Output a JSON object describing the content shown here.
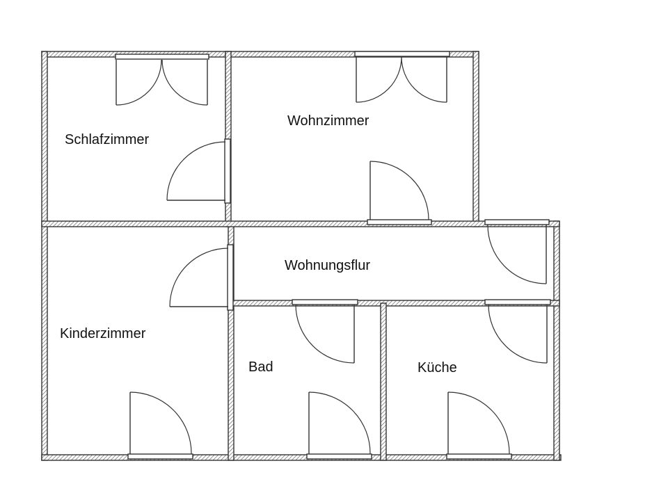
{
  "diagram": {
    "rooms": [
      {
        "id": "schlafzimmer",
        "label": "Schlafzimmer"
      },
      {
        "id": "wohnzimmer",
        "label": "Wohnzimmer"
      },
      {
        "id": "wohnungsflur",
        "label": "Wohnungsflur"
      },
      {
        "id": "kinderzimmer",
        "label": "Kinderzimmer"
      },
      {
        "id": "bad",
        "label": "Bad"
      },
      {
        "id": "kueche",
        "label": "Küche"
      }
    ],
    "colors": {
      "wall_stroke": "#333333",
      "wall_hatch": "#777777",
      "background": "#ffffff",
      "text": "#111111"
    }
  }
}
